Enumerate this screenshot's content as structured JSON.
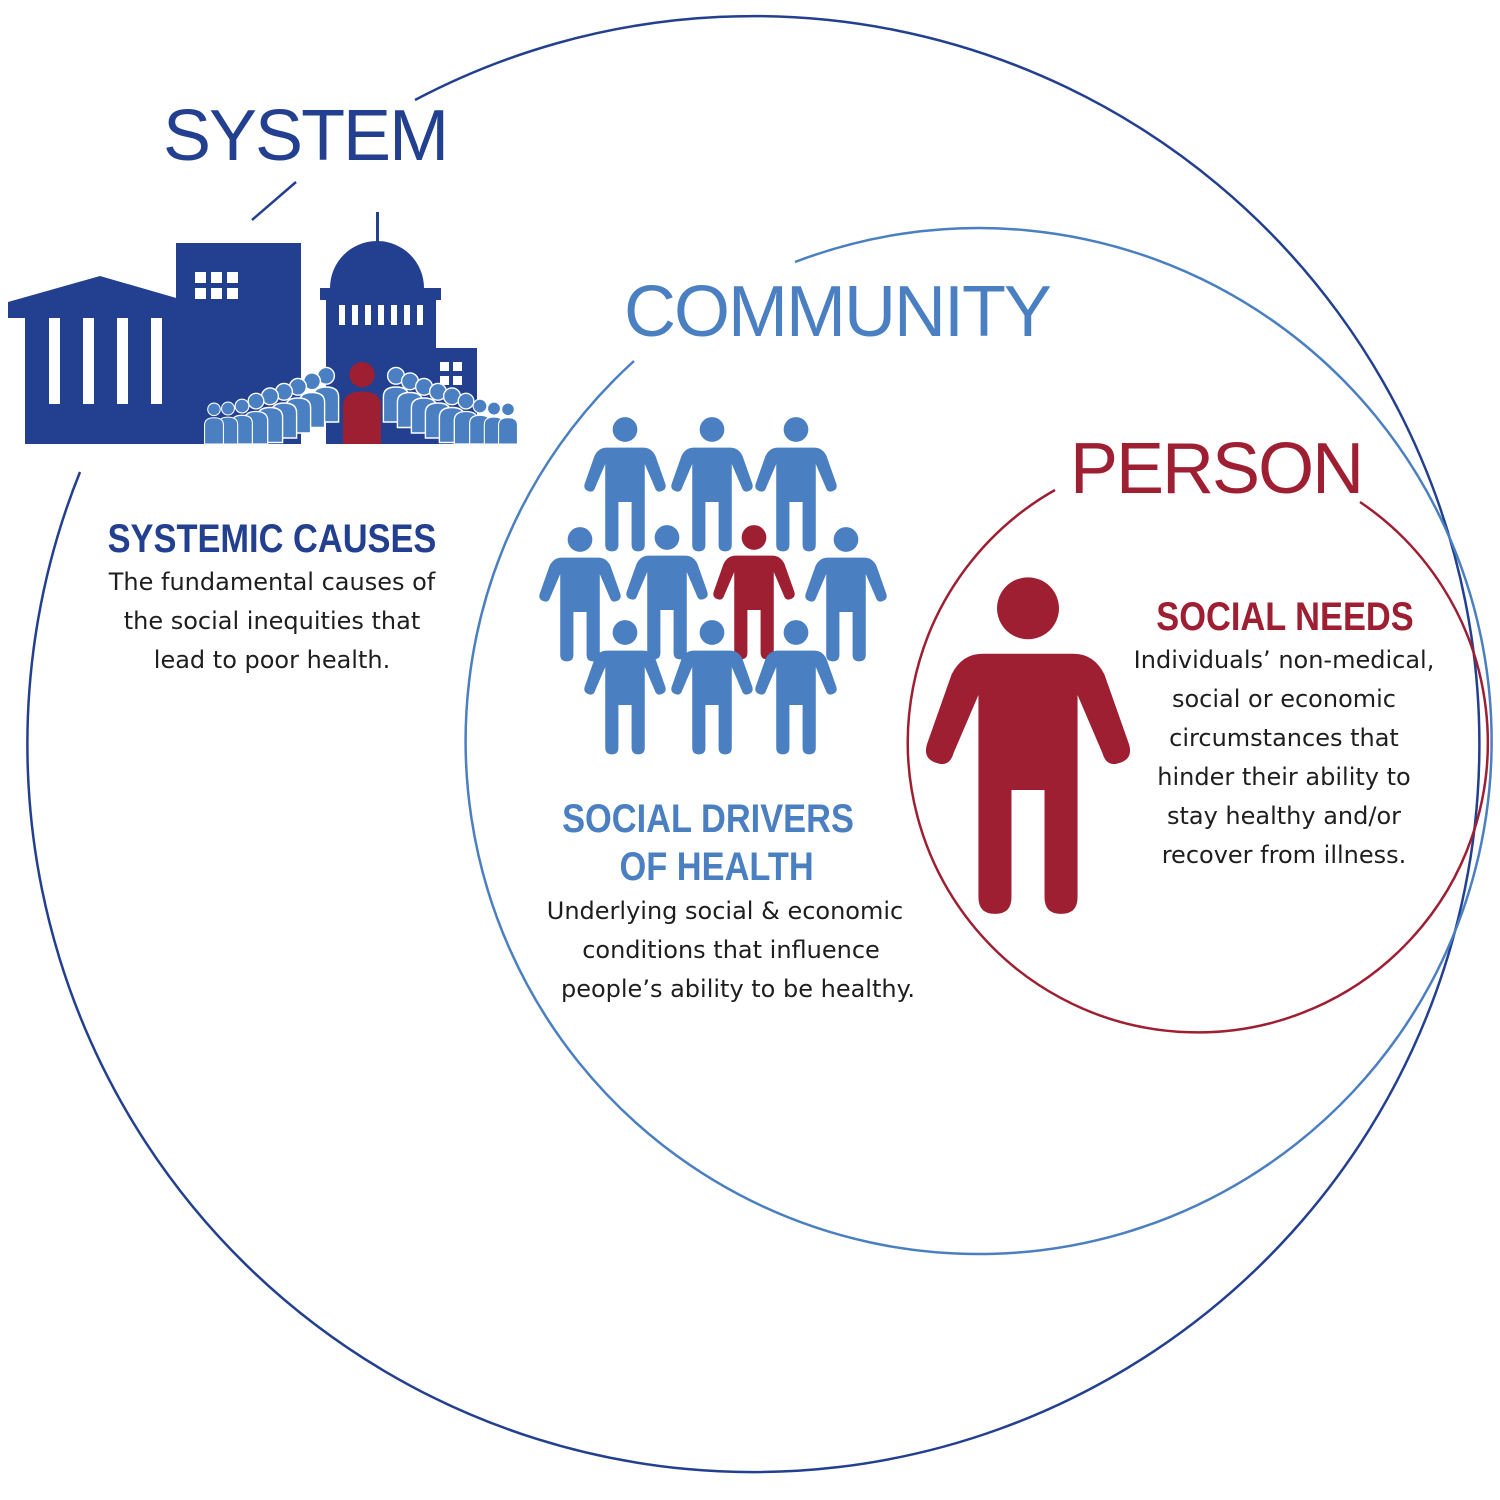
{
  "colors": {
    "system": "#233f8f",
    "community": "#4a7fc1",
    "person": "#9e1f32",
    "text": "#1e1e1e"
  },
  "system": {
    "title": "SYSTEM",
    "icon": "government-buildings-crowd-icon",
    "heading": "SYSTEMIC CAUSES",
    "description": [
      "The fundamental causes of",
      "the social inequities that",
      "lead to poor health."
    ]
  },
  "community": {
    "title": "COMMUNITY",
    "icon": "group-of-people-icon",
    "heading": [
      "SOCIAL DRIVERS",
      "OF HEALTH"
    ],
    "description": [
      "Underlying social & economic",
      "conditions that influence",
      "people’s ability to be healthy."
    ]
  },
  "person": {
    "title": "PERSON",
    "icon": "person-icon",
    "heading": "SOCIAL NEEDS",
    "description": [
      "Individuals’ non-medical,",
      "social or economic",
      "circumstances that",
      "hinder their ability to",
      "stay healthy and/or",
      "recover from illness."
    ]
  }
}
